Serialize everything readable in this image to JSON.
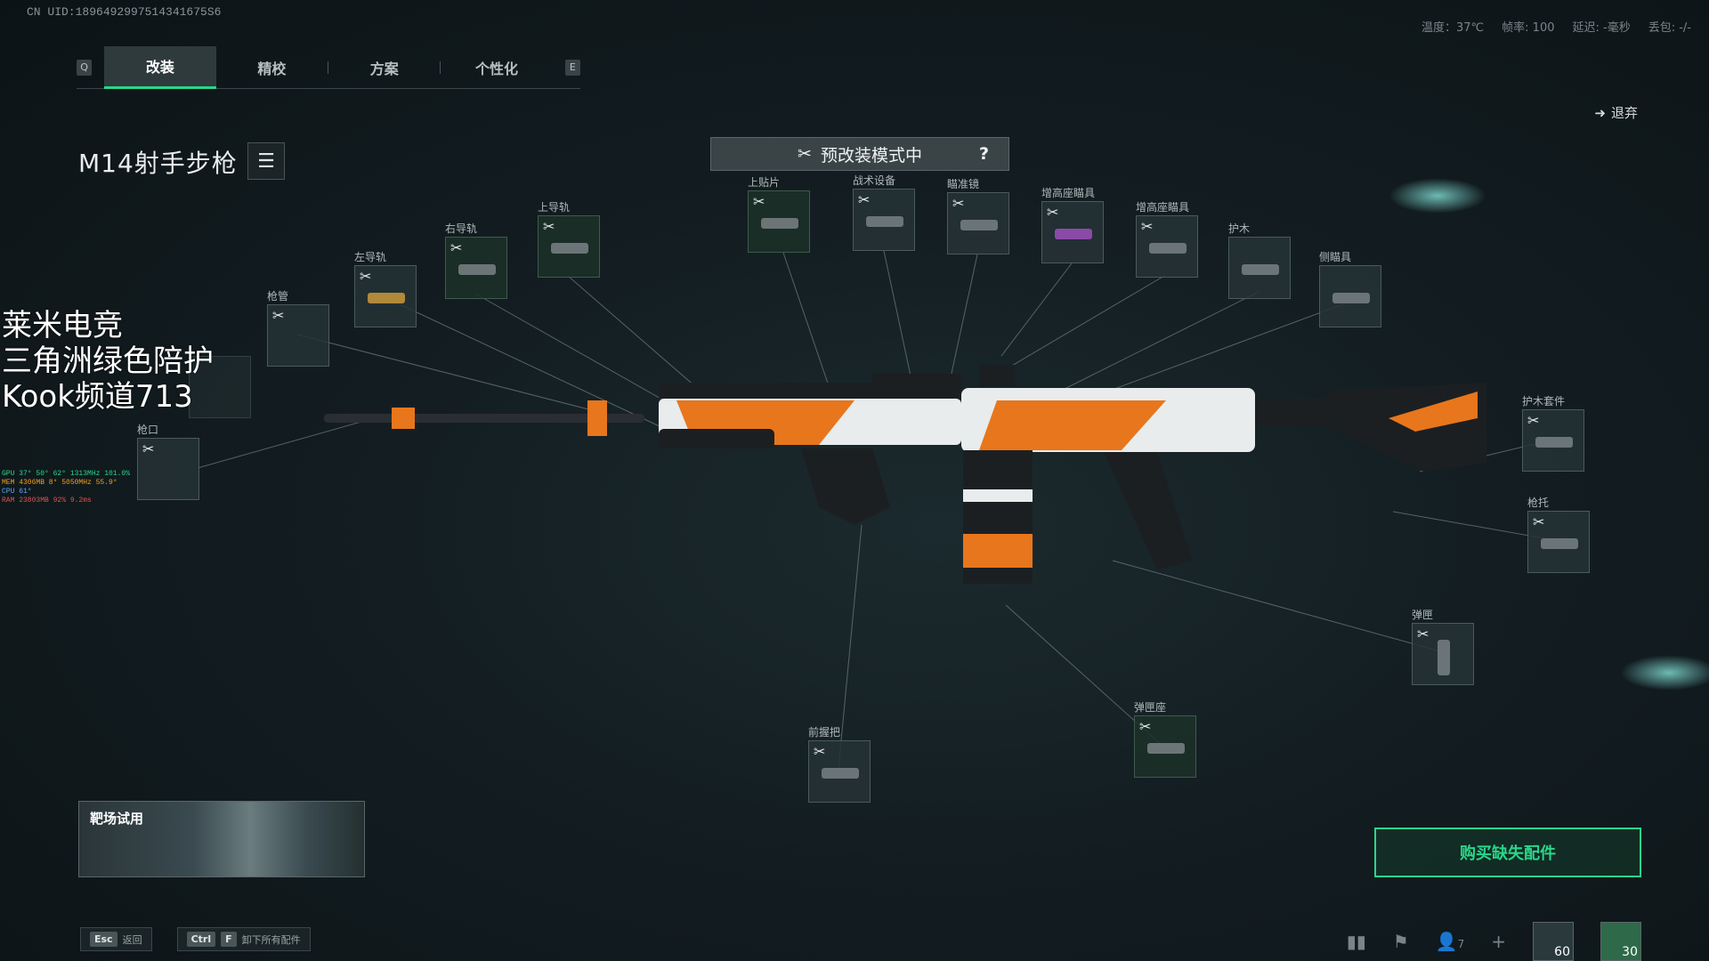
{
  "uid": "CN UID:1896492997514341675S6",
  "status": {
    "temperature": "温度：37℃",
    "frame_rate": "帧率: 100",
    "latency": "延迟: -毫秒",
    "packet_loss": "丢包: -/-"
  },
  "tabs": {
    "left_key": "Q",
    "right_key": "E",
    "items": [
      "改装",
      "精校",
      "方案",
      "个性化"
    ]
  },
  "exit_label": "退弃",
  "weapon_name": "M14射手步枪",
  "mode_banner": {
    "label": "预改装模式中",
    "help": "?"
  },
  "slots": [
    {
      "label": "上贴片"
    },
    {
      "label": "战术设备"
    },
    {
      "label": "瞄准镜"
    },
    {
      "label": "增高座瞄具"
    },
    {
      "label": "增高座瞄具"
    },
    {
      "label": "护木"
    },
    {
      "label": "侧瞄具"
    },
    {
      "label": "上导轨"
    },
    {
      "label": "右导轨"
    },
    {
      "label": "左导轨"
    },
    {
      "label": "枪管"
    },
    {
      "label": "枪口"
    },
    {
      "label": "护木套件"
    },
    {
      "label": "枪托"
    },
    {
      "label": "弹匣"
    },
    {
      "label": "弹匣座"
    },
    {
      "label": "前握把"
    }
  ],
  "overlay": {
    "line1": "莱米电竞",
    "line2": "三角洲绿色陪护",
    "line3": "Kook频道713"
  },
  "perf": {
    "gpu": "GPU   37°  50°  62°  1313MHz 101.0%",
    "mem": "MEM  4306MB    8°  5050MHz  55.9°",
    "cpu": "CPU    61°",
    "ram": "RAM 23803MB  92%  9.2ms"
  },
  "range_card_label": "靶场试用",
  "buy_button": "购买缺失配件",
  "footer": {
    "esc_key": "Esc",
    "esc_label": "返回",
    "ctrl_key": "Ctrl",
    "f_key": "F",
    "unequip_label": "卸下所有配件"
  },
  "dock": {
    "people_count": "7",
    "thumb1_count": "60",
    "thumb2_count": "30"
  },
  "colors": {
    "accent": "#2ad68a",
    "gun_orange": "#e8761c",
    "gun_white": "#e8ecec",
    "gun_black": "#1c1f22"
  }
}
